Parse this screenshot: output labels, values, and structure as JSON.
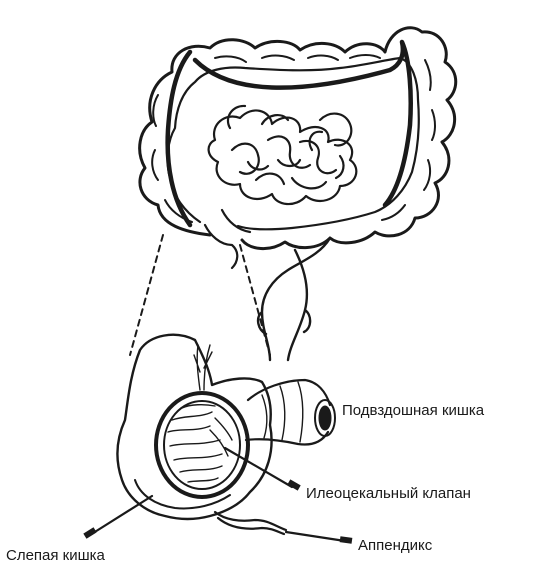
{
  "labels": {
    "ileum": "Подвздошная кишка",
    "ileocecal_valve": "Илеоцекальный клапан",
    "appendix": "Аппендикс",
    "cecum": "Слепая кишка"
  },
  "colors": {
    "ink": "#1a1a1a",
    "background": "#ffffff"
  }
}
